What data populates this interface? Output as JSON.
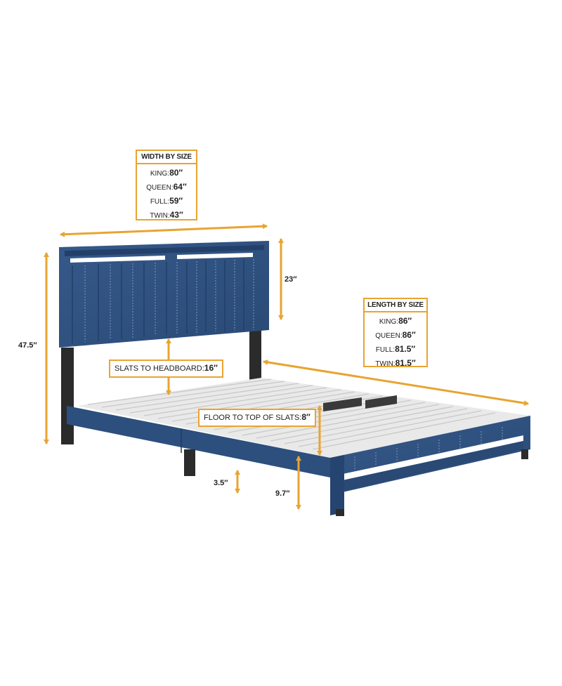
{
  "colors": {
    "accent": "#e8a431",
    "upholstery": "#2f5481",
    "legs": "#2b2b2b",
    "slats": "#f2f2f2"
  },
  "width_box": {
    "heading": "WIDTH BY SIZE",
    "rows": [
      {
        "label": "KING:",
        "value": "80″"
      },
      {
        "label": "QUEEN:",
        "value": "64″"
      },
      {
        "label": "FULL:",
        "value": "59″"
      },
      {
        "label": "TWIN:",
        "value": "43″"
      }
    ]
  },
  "length_box": {
    "heading": "LENGTH BY SIZE",
    "rows": [
      {
        "label": "KING:",
        "value": "86″"
      },
      {
        "label": "QUEEN:",
        "value": "86″"
      },
      {
        "label": "FULL:",
        "value": "81.5″"
      },
      {
        "label": "TWIN:",
        "value": "81.5″"
      }
    ]
  },
  "callouts": {
    "slats_to_headboard": {
      "label": "SLATS TO HEADBOARD:",
      "value": "16″"
    },
    "floor_to_slats": {
      "label": "FLOOR TO TOP OF SLATS:",
      "value": "8″"
    }
  },
  "dimensions": {
    "total_height": "47.5″",
    "headboard_height": "23″",
    "leg_height": "3.5″",
    "side_height": "9.7″"
  }
}
